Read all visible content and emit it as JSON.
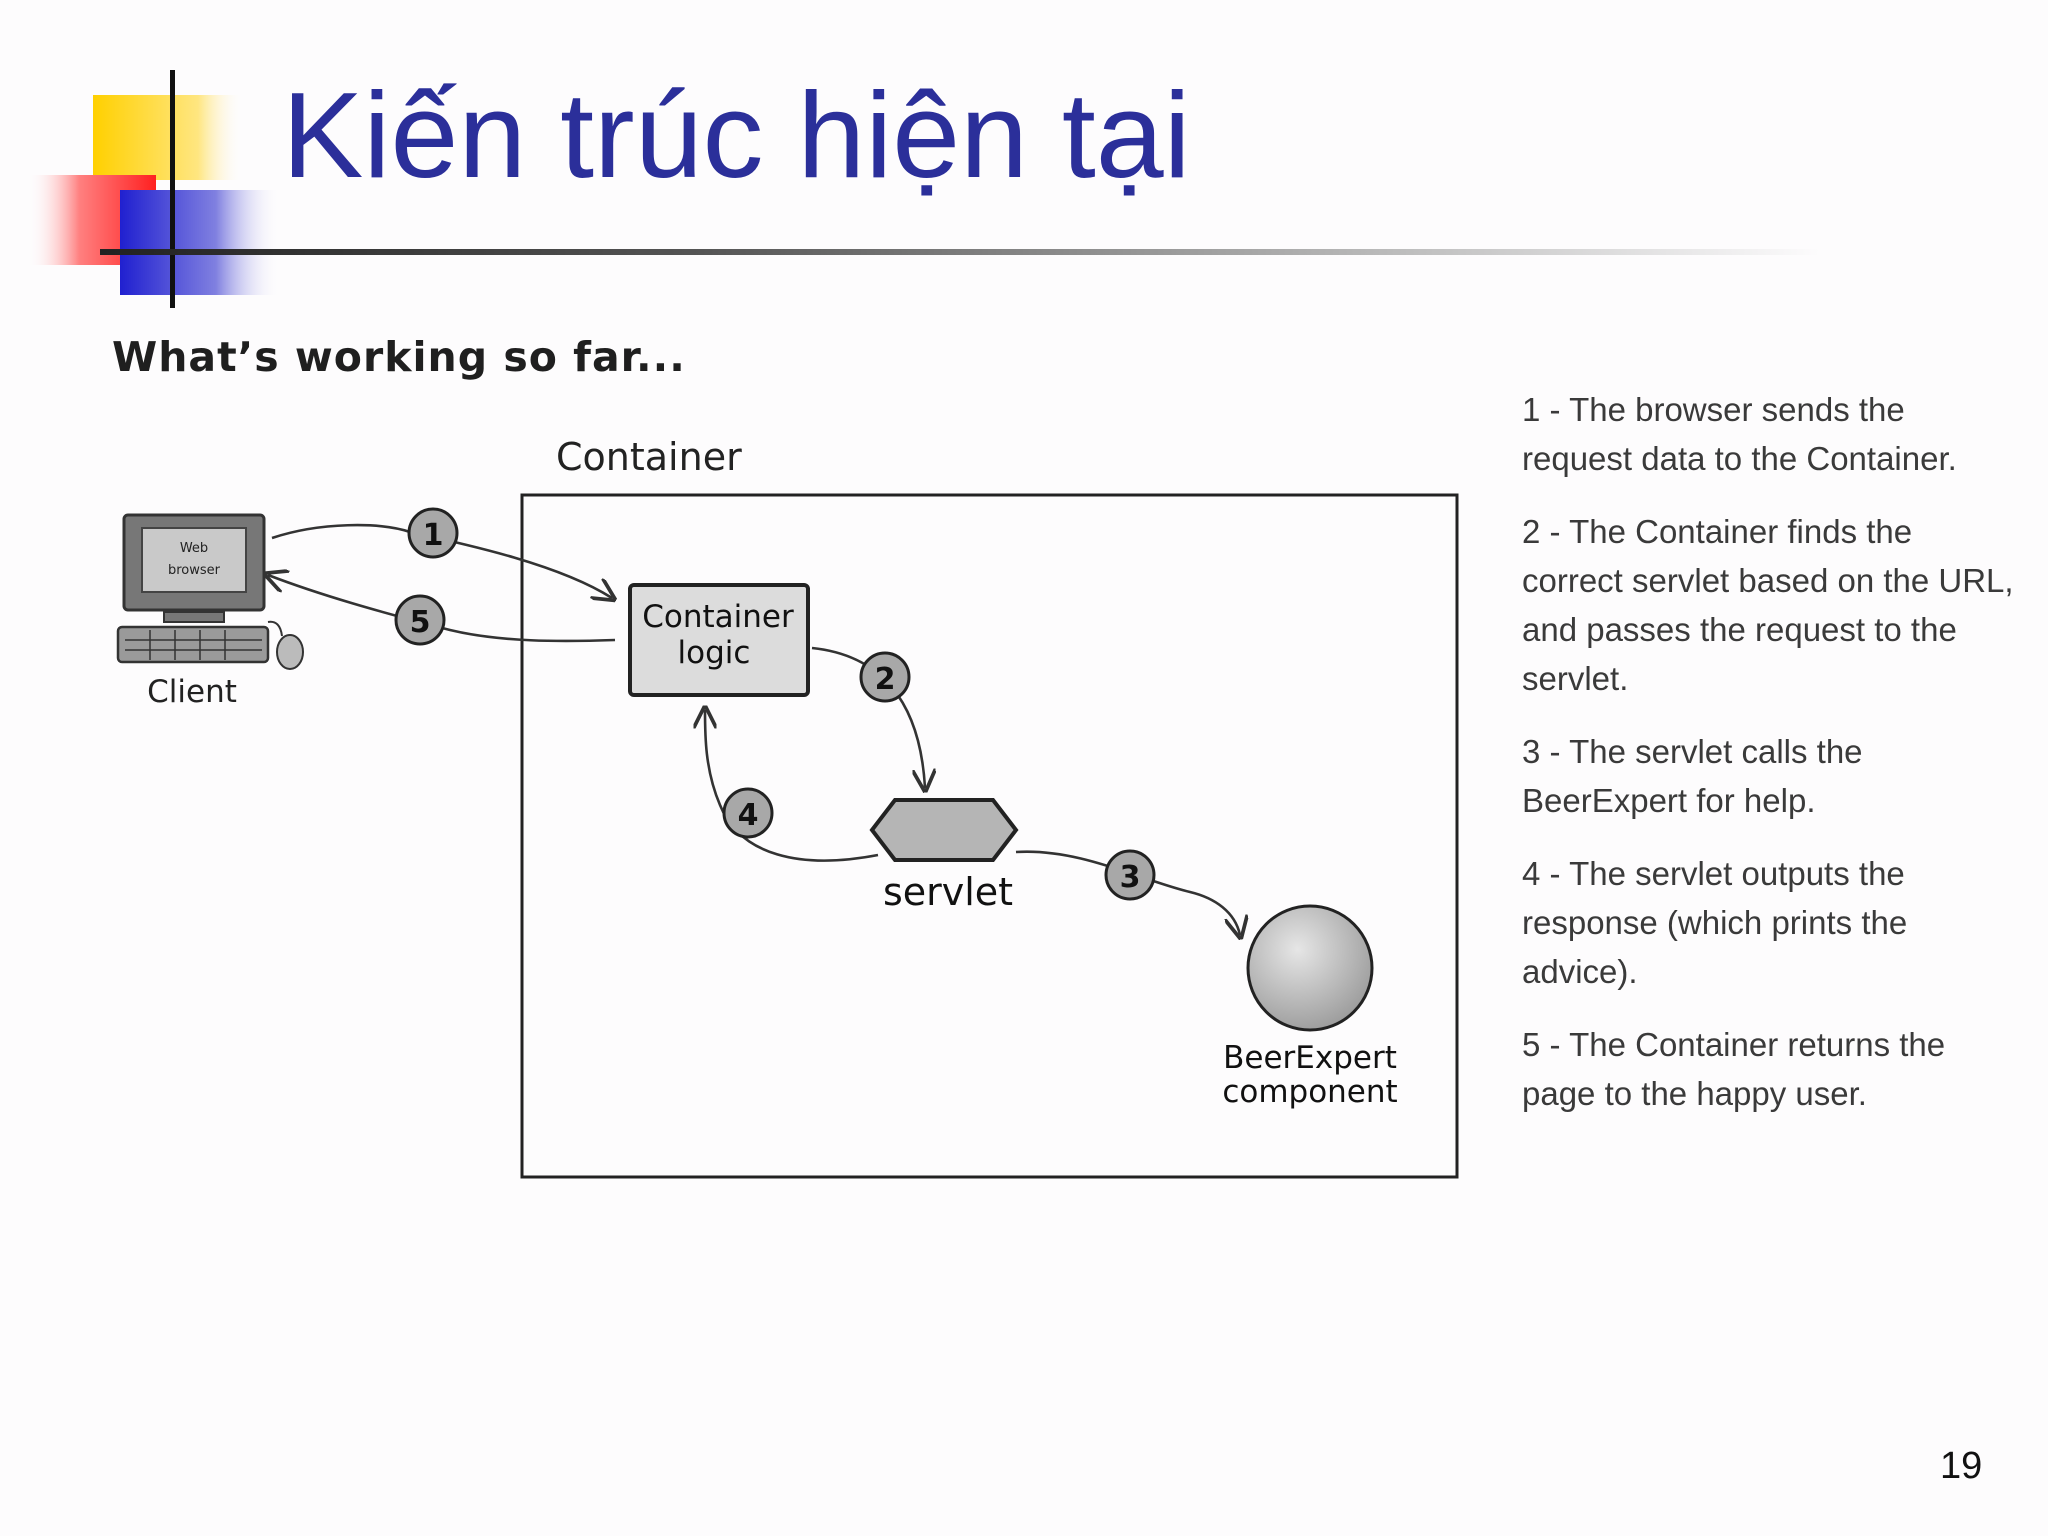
{
  "slide": {
    "title": "Kiến trúc hiện tại",
    "subtitle": "What’s working so far...",
    "page_number": "19"
  },
  "diagram": {
    "container_label": "Container",
    "client_label": "Client",
    "monitor_text_line1": "Web",
    "monitor_text_line2": "browser",
    "container_logic_line1": "Container",
    "container_logic_line2": "logic",
    "servlet_label": "servlet",
    "component_line1": "BeerExpert",
    "component_line2": "component",
    "step_badges": [
      "1",
      "2",
      "3",
      "4",
      "5"
    ]
  },
  "steps": [
    "1 - The browser sends the request data to the Container.",
    "2 - The Container finds the correct servlet based on the URL, and passes the request to the servlet.",
    "3 - The servlet calls the BeerExpert for help.",
    "4 - The servlet outputs the response (which prints the advice).",
    "5 - The Container returns the page to the happy user."
  ],
  "colors": {
    "title": "#2b2f9a",
    "deco_yellow": "#ffd200",
    "deco_red": "#ff3030",
    "deco_blue": "#2a2fcf"
  }
}
